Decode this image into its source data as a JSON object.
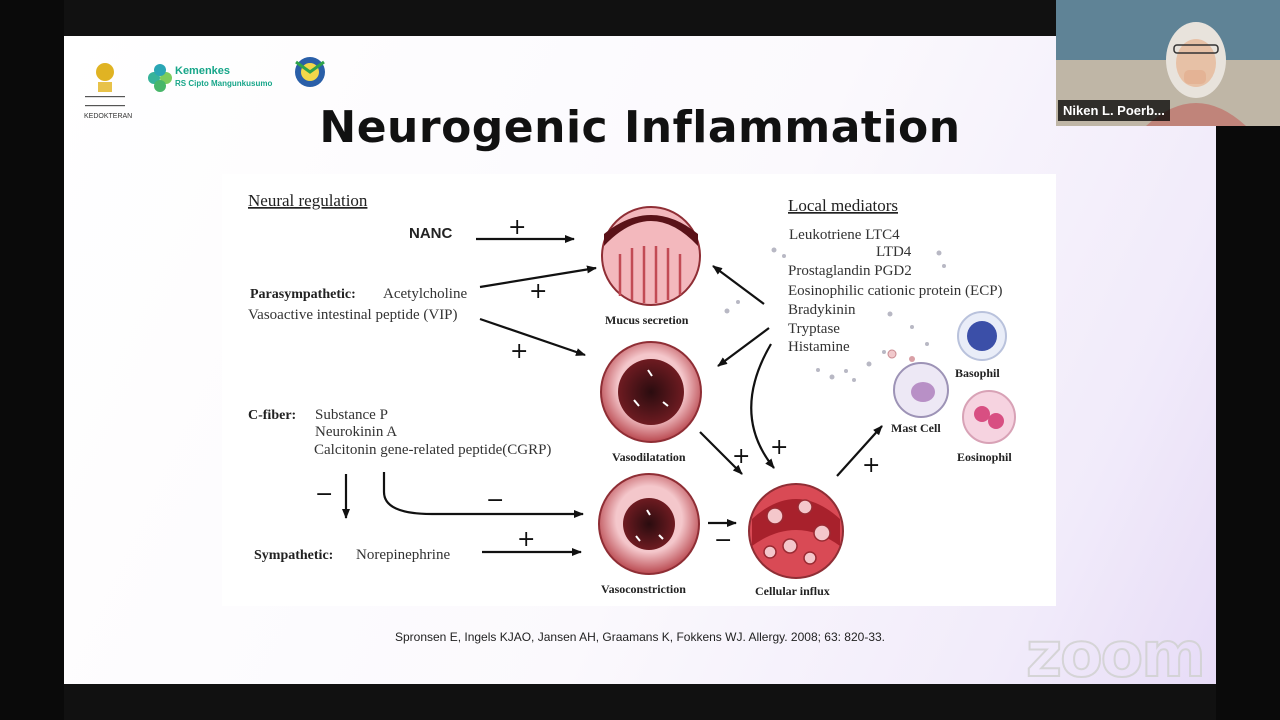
{
  "participant": {
    "name": "Niken L. Poerb..."
  },
  "logos": {
    "university_caption": "KEDOKTERAN",
    "kemenkes_line1": "Kemenkes",
    "kemenkes_line2": "RS Cipto Mangunkusumo"
  },
  "slide": {
    "title": "Neurogenic Inflammation",
    "citation": "Spronsen E, Ingels KJAO, Jansen AH, Graamans K, Fokkens WJ. Allergy. 2008; 63: 820-33."
  },
  "figure": {
    "neural_heading": "Neural regulation",
    "nanc": "NANC",
    "para_label": "Parasympathetic:",
    "para_ach": "Acetylcholine",
    "vip": "Vasoactive intestinal peptide (VIP)",
    "cfiber_label": "C-fiber:",
    "cfiber_sp": "Substance P",
    "cfiber_nka": "Neurokinin A",
    "cfiber_cgrp": "Calcitonin gene-related peptide(CGRP)",
    "symp_label": "Sympathetic:",
    "symp_ne": "Norepinephrine",
    "mucus": "Mucus secretion",
    "vasodil": "Vasodilatation",
    "vasocon": "Vasoconstriction",
    "influx": "Cellular influx",
    "local_heading": "Local mediators",
    "med_1": "Leukotriene  LTC4",
    "med_2": "LTD4",
    "med_3": "Prostaglandin PGD2",
    "med_4": "Eosinophilic cationic protein (ECP)",
    "med_5": "Bradykinin",
    "med_6": "Tryptase",
    "med_7": "Histamine",
    "basophil": "Basophil",
    "mast": "Mast Cell",
    "eosinophil": "Eosinophil",
    "plus": "+",
    "minus": "−"
  },
  "watermark": "zoom",
  "colors": {
    "tissue_red": "#c2333b",
    "tissue_pink": "#f2b9bd",
    "basophil_blue": "#3b4fa8",
    "eosinophil_pink": "#d84f82"
  }
}
